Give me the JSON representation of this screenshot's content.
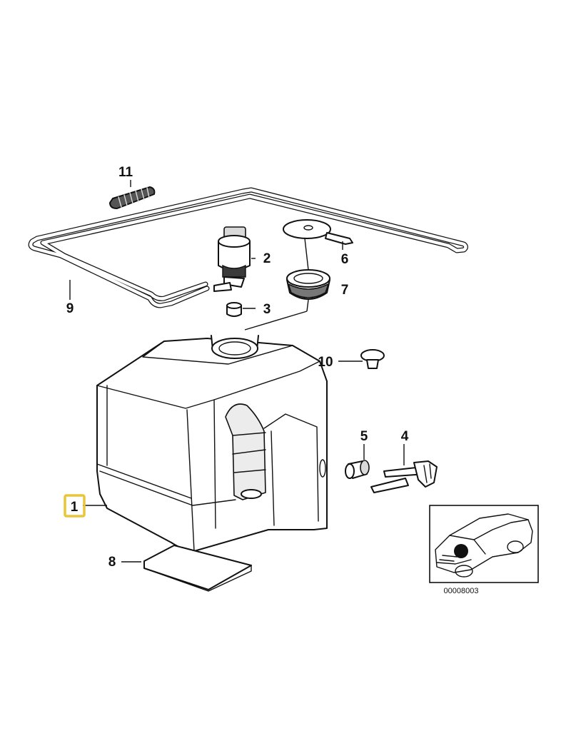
{
  "callouts": [
    {
      "number": "1",
      "part": "reservoir",
      "highlighted": true
    },
    {
      "number": "2",
      "part": "washer-pump"
    },
    {
      "number": "3",
      "part": "grommet"
    },
    {
      "number": "4",
      "part": "level-sensor"
    },
    {
      "number": "5",
      "part": "rubber-grommet"
    },
    {
      "number": "6",
      "part": "cap-seal"
    },
    {
      "number": "7",
      "part": "filler-cap"
    },
    {
      "number": "8",
      "part": "pad"
    },
    {
      "number": "9",
      "part": "hose"
    },
    {
      "number": "10",
      "part": "expanding-rivet"
    },
    {
      "number": "11",
      "part": "spring"
    }
  ],
  "inset": {
    "reference_number": "00008003"
  },
  "colors": {
    "highlight": "#e8c53a",
    "line": "#111111"
  }
}
